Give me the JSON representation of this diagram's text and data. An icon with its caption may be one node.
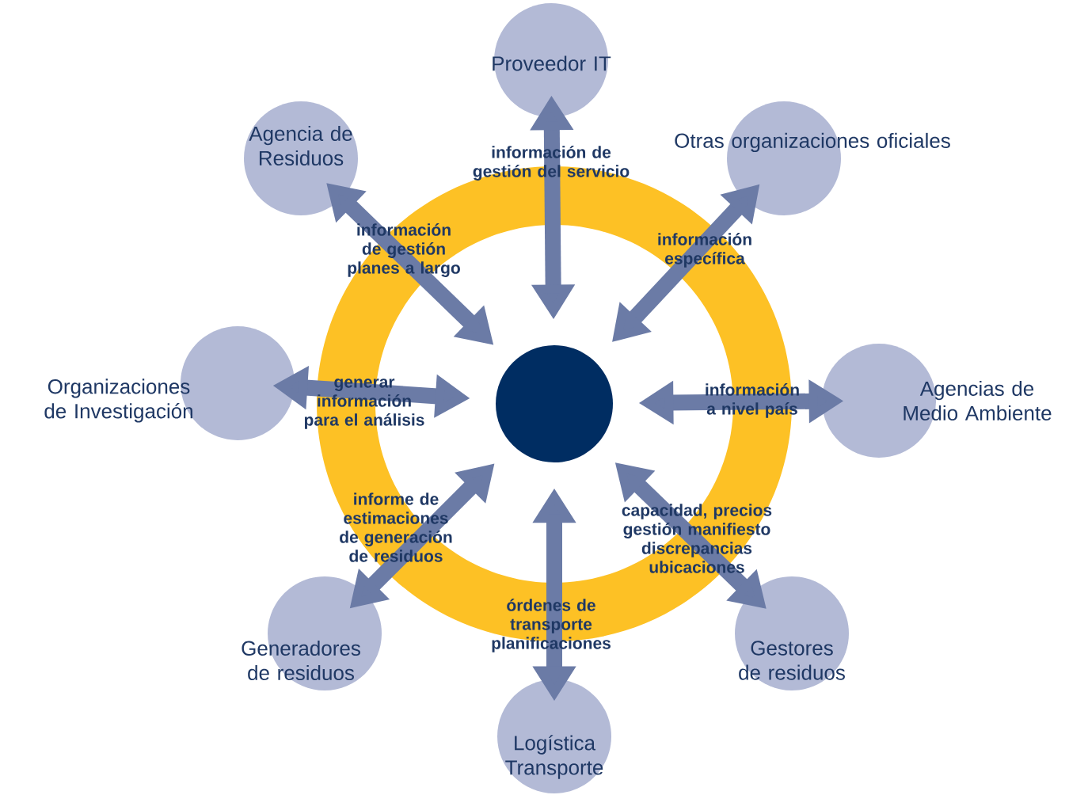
{
  "diagram": {
    "nodes": [
      {
        "text": [],
        "shape": "circle"
      },
      {
        "text": [
          "Proveedor IT"
        ]
      },
      {
        "text": [
          "Agencia de Residuos"
        ]
      },
      {
        "text": [
          "Otras organizaciones oficiales"
        ]
      },
      {
        "text": [
          "Organizaciones de Investigación"
        ]
      },
      {
        "text": [
          "Agencias de Medio Ambiente"
        ]
      },
      {
        "text": [
          "Generadores de residuos"
        ]
      },
      {
        "text": [
          "Gestores de residuos"
        ]
      },
      {
        "text": [
          "Logística Transporte"
        ]
      }
    ],
    "edges": [
      {
        "from": 1,
        "to": 0,
        "arrow": "both",
        "label": "información de gestión del servicio"
      },
      {
        "from": 2,
        "to": 0,
        "arrow": "both",
        "label": "información de gestión planes a largo"
      },
      {
        "from": 3,
        "to": 0,
        "arrow": "both",
        "label": "información específica"
      },
      {
        "from": 4,
        "to": 0,
        "arrow": "both",
        "label": "generar información para el análisis"
      },
      {
        "from": 5,
        "to": 0,
        "arrow": "both",
        "label": "información a nivel país"
      },
      {
        "from": 6,
        "to": 0,
        "arrow": "both",
        "label": "informe de estimaciones de generación de residuos"
      },
      {
        "from": 7,
        "to": 0,
        "arrow": "both",
        "label": "capacidad, precios gestión manifiesto discrepancias ubicaciones"
      },
      {
        "from": 8,
        "to": 0,
        "arrow": "both",
        "label": "órdenes de transporte planificaciones"
      }
    ]
  }
}
